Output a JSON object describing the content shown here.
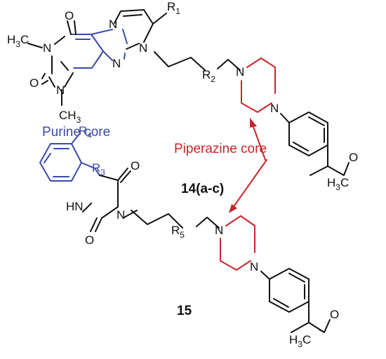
{
  "labels": {
    "purine_core": "Purine core",
    "piperazine_core": "Piperazine core",
    "compound_14": "14(a-c)",
    "compound_15": "15"
  },
  "atoms": {
    "h3c": "H",
    "h3c_sub": "3",
    "h3c_c": "C",
    "n": "N",
    "o": "O",
    "ch3_c": "CH",
    "ch3_sub": "3",
    "hn": "HN",
    "r": "R",
    "r1_sub": "1",
    "r2_sub": "2",
    "r3_sub": "3",
    "r4_sub": "4",
    "r5_sub": "5"
  },
  "colors": {
    "purine": "#3d4aa8",
    "piperazine": "#c8242b",
    "bonds": "#111111"
  }
}
